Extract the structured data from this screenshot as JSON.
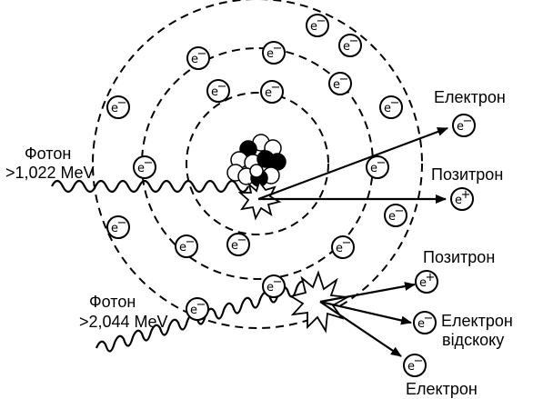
{
  "labels": {
    "photon_1": "Фотон",
    "photon_1_energy": ">1,022 MeV",
    "photon_2": "Фотон",
    "photon_2_energy": ">2,044 MeV",
    "out_electron_top": "Електрон",
    "out_positron_top": "Позитрон",
    "out_positron_bottom": "Позитрон",
    "out_recoil_electron_1": "Електрон",
    "out_recoil_electron_2": "відскоку",
    "out_electron_bottom": "Електрон"
  },
  "symbols": {
    "electron": "e",
    "electron_sign": "−",
    "positron_sign": "+"
  },
  "colors": {
    "ink": "#000000",
    "paper": "#ffffff"
  }
}
